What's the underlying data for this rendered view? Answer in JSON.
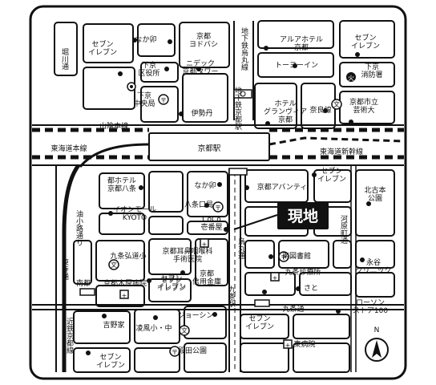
{
  "map": {
    "current_location_label": "現地",
    "station_label": "京都駅",
    "north_label": "N",
    "labels": [
      {
        "id": "seven-1",
        "text": "セブン イレブン"
      },
      {
        "id": "nakau-1",
        "text": "なか卯"
      },
      {
        "id": "kyoto-yodobashi",
        "text": "京都 ヨドバシ"
      },
      {
        "id": "shimogyo-ward",
        "text": "下京 区役所"
      },
      {
        "id": "nitori-tower",
        "text": "ニデック 京都タワー"
      },
      {
        "id": "shimogyo-post",
        "text": "下京 中央局"
      },
      {
        "id": "isetan",
        "text": "伊勢丹"
      },
      {
        "id": "subway-karasuma",
        "text": "地下鉄烏丸線"
      },
      {
        "id": "subway-kyoto-st",
        "text": "地下鉄 京都駅"
      },
      {
        "id": "alpha-hotel",
        "text": "アルアホテル 京都"
      },
      {
        "id": "tohoku-inn",
        "text": "トーヨーイン"
      },
      {
        "id": "hotel-granvia",
        "text": "ホテル グランヴィア 京都"
      },
      {
        "id": "seven-2",
        "text": "セブン イレブン"
      },
      {
        "id": "shimogyo-fire",
        "text": "下京 消防署"
      },
      {
        "id": "nara-line",
        "text": "奈良線"
      },
      {
        "id": "art-univ",
        "text": "京都市立 芸術大"
      },
      {
        "id": "sanin-line",
        "text": "山陰本線"
      },
      {
        "id": "tokaido-line",
        "text": "東海道本線"
      },
      {
        "id": "shinkansen",
        "text": "東海道新幹線"
      },
      {
        "id": "kyoto-hotel-hachijo",
        "text": "都ホテル 京都八条"
      },
      {
        "id": "nakau-2",
        "text": "なか卯"
      },
      {
        "id": "kyoto-avanti",
        "text": "京都アバンティ"
      },
      {
        "id": "seven-3",
        "text": "セブン イレブン"
      },
      {
        "id": "hokushi-park",
        "text": "北古本 公園"
      },
      {
        "id": "aeon-mall",
        "text": "イオンモール KYOTO"
      },
      {
        "id": "hachijo-post",
        "text": "八条口局"
      },
      {
        "id": "coco-ichiban",
        "text": "CoCo 壱番屋"
      },
      {
        "id": "aburakoji",
        "text": "油小路通り"
      },
      {
        "id": "kawaramachi",
        "text": "河原町通"
      },
      {
        "id": "karasuma-dori",
        "text": "烏丸通"
      },
      {
        "id": "kujo-school",
        "text": "九条弘道小"
      },
      {
        "id": "jibi-clinic",
        "text": "京都耳鼻咽喉科 手術医院"
      },
      {
        "id": "minami-library",
        "text": "南図書館"
      },
      {
        "id": "eiga-clinic",
        "text": "永谷 クリニック"
      },
      {
        "id": "shinkan-bank",
        "text": "京都 信用金庫"
      },
      {
        "id": "higashidera-dori",
        "text": "東寺通"
      },
      {
        "id": "minami-ku-1",
        "text": "南都"
      },
      {
        "id": "kyoto-kinkan",
        "text": "京都木原病院"
      },
      {
        "id": "seven-4",
        "text": "セブン イレブン"
      },
      {
        "id": "kujo-clinic",
        "text": "九条診療所"
      },
      {
        "id": "sato",
        "text": "さと"
      },
      {
        "id": "kujo-st",
        "text": "九条駅"
      },
      {
        "id": "kujo-dori",
        "text": "九条通"
      },
      {
        "id": "lawson-100",
        "text": "ローソン ストア100"
      },
      {
        "id": "kintetsu",
        "text": "近鉄京都線"
      },
      {
        "id": "yoshinoya",
        "text": "吉野家"
      },
      {
        "id": "joshin",
        "text": "ジョーシン"
      },
      {
        "id": "seven-5",
        "text": "セブン イレブン"
      },
      {
        "id": "ryokai-school",
        "text": "凌風小・中"
      },
      {
        "id": "tofukuji-hospital",
        "text": "東病院"
      },
      {
        "id": "tonoda-park",
        "text": "殿田公園"
      },
      {
        "id": "seven-6",
        "text": "セブン イレブン"
      },
      {
        "id": "seven-7",
        "text": "セブン イレブン"
      },
      {
        "id": "horikawa-dori",
        "text": "堀川通"
      }
    ]
  }
}
